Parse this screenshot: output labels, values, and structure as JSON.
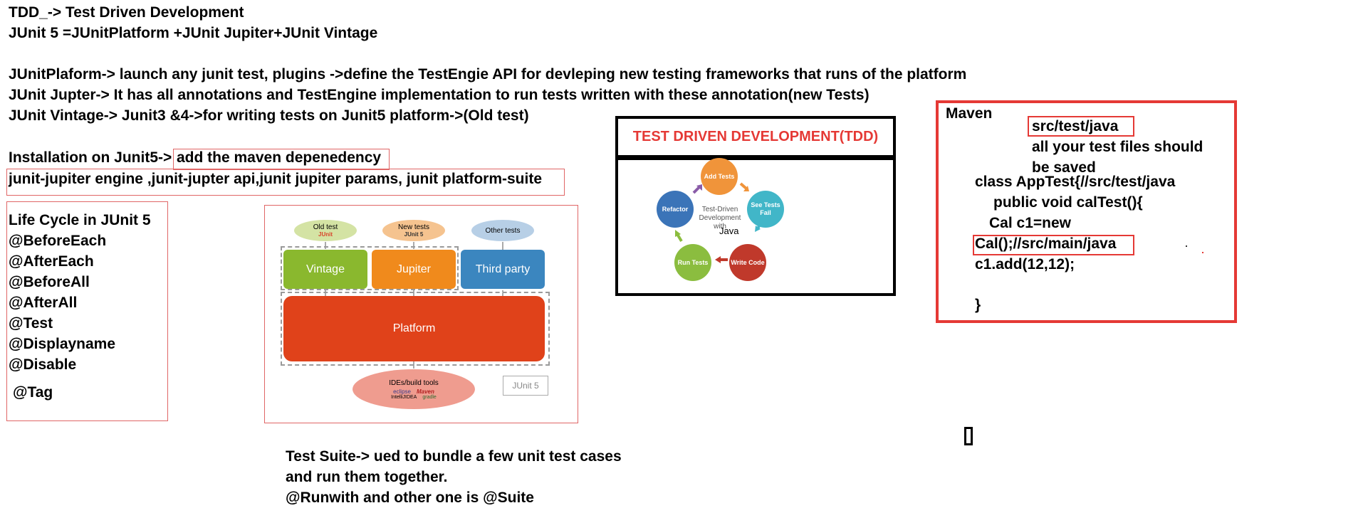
{
  "notes": {
    "line1": "TDD_-> Test Driven Development",
    "line2": "JUnit 5 =JUnitPlatform +JUnit Jupiter+JUnit Vintage",
    "line3": "JUnitPlaform-> launch any junit test, plugins ->define the TestEngie API for devleping new testing frameworks that runs of the platform",
    "line4": "JUnit Jupter-> It has all annotations and TestEngine implementation to run tests written with these annotation(new Tests)",
    "line5": "JUnit Vintage-> Junit3 &4->for writing tests on Junit5 platform->(Old test)",
    "install_prefix": "Installation on Junit5->",
    "install_highlight": "add the maven depenedency",
    "install_deps": "junit-jupiter engine ,junit-jupter api,junit jupiter params, junit platform-suite"
  },
  "lifecycle": {
    "title": "Life Cycle in JUnit 5",
    "items": [
      "@BeforeEach",
      "@AfterEach",
      "@BeforeAll",
      "@AfterAll",
      "@Test",
      "@Displayname",
      "@Disable"
    ],
    "tag": "@Tag"
  },
  "architecture": {
    "old_test": "Old test",
    "old_logo": "JUnit",
    "new_tests": "New tests",
    "new_logo": "JUnit 5",
    "other_tests": "Other tests",
    "vintage": "Vintage",
    "jupiter": "Jupiter",
    "third_party": "Third party",
    "platform": "Platform",
    "ides_title": "IDEs/build tools",
    "tool_eclipse": "eclipse",
    "tool_maven": "Maven",
    "tool_intellij": "IntelliJIDEA",
    "tool_gradle": "gradle",
    "badge": "JUnit 5",
    "colors": {
      "vintage": "#8ab82e",
      "jupiter": "#f08a1c",
      "third_party": "#3b86bf",
      "platform": "#e0421a"
    }
  },
  "tdd": {
    "title": "TEST DRIVEN DEVELOPMENT(TDD)",
    "center_text": "Test-Driven Development with",
    "center_java": "Java",
    "steps": [
      "Add Tests",
      "See Tests Fail",
      "Write Code",
      "Run Tests",
      "Refactor"
    ],
    "colors": {
      "add": "#f0943a",
      "fail": "#41b6c8",
      "write": "#c0392b",
      "run": "#8bbd3f",
      "refactor": "#3b74b8"
    }
  },
  "suite": {
    "line1": "Test Suite-> ued to bundle a few unit test cases",
    "line2": "and run them together.",
    "line3": "@Runwith and other one is @Suite"
  },
  "maven": {
    "title": "Maven",
    "path": "src/test/java",
    "note1": "all your test files should",
    "note2": "be saved",
    "code1": "class AppTest{//src/test/java",
    "code2": "public void calTest(){",
    "code3": "Cal c1=new",
    "code4": "Cal();//src/main/java",
    "code5": "c1.add(12,12);",
    "code6": "}"
  }
}
